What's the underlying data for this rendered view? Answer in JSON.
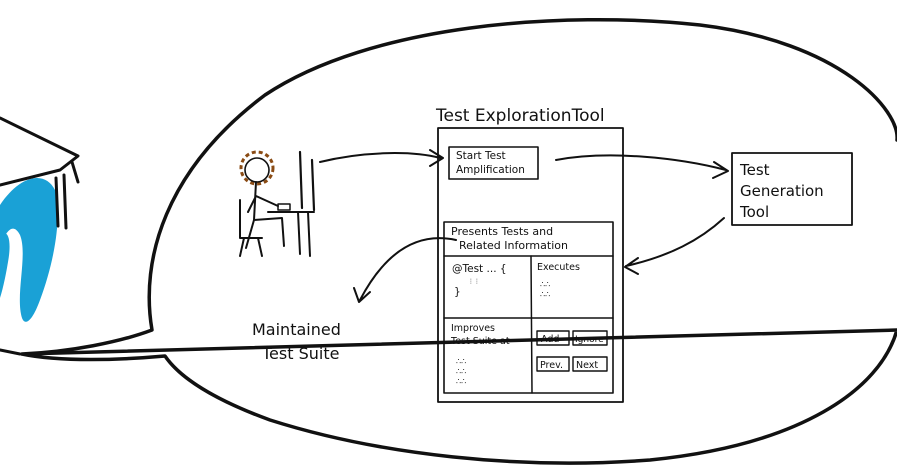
{
  "tool_title": "Test ExplorationTool",
  "start_button": [
    "Start Test",
    "Amplification"
  ],
  "presents_panel": [
    "Presents Tests and",
    "Related Information"
  ],
  "code_snippet": [
    "@Test ... {",
    "}"
  ],
  "executes_label": "Executes",
  "improves_label": [
    "Improves",
    "Test Suite at"
  ],
  "buttons": {
    "add": "Add",
    "ignore": "Ignore",
    "prev": "Prev.",
    "next": "Next"
  },
  "generation_tool": [
    "Test",
    "Generation",
    "Tool"
  ],
  "maintained_suite": [
    "Maintained",
    "Test Suite"
  ],
  "colors": {
    "ink": "#111111",
    "hair": "#8a4b14",
    "cyan": "#1aa1d6"
  }
}
